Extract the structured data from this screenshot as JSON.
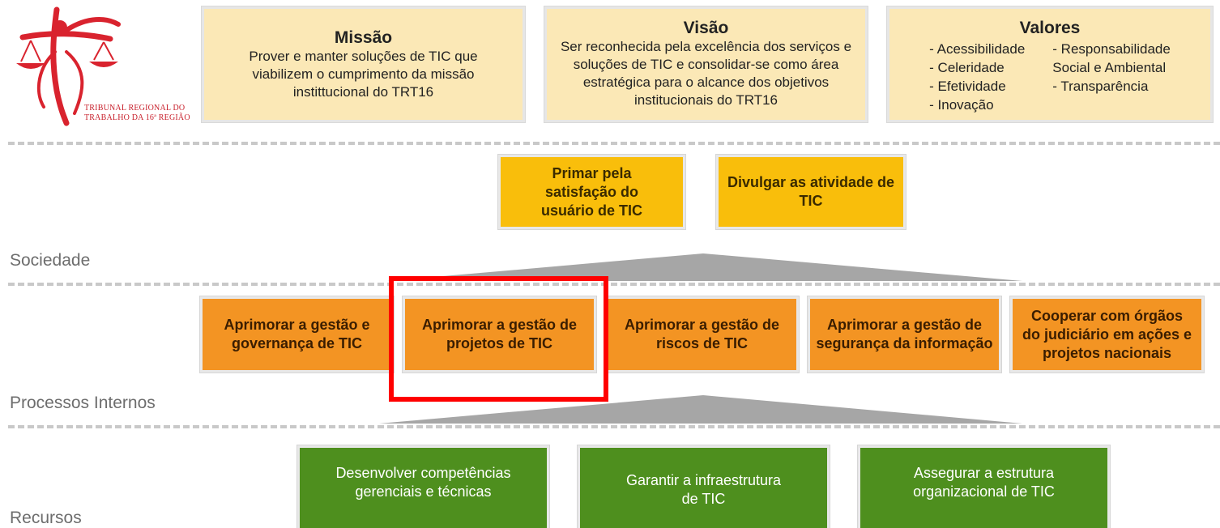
{
  "logo": {
    "line1": "TRIBUNAL REGIONAL DO",
    "line2": "TRABALHO DA 16ª REGIÃO"
  },
  "missao": {
    "title": "Missão",
    "text": "Prover e manter soluções de TIC que viabilizem o cumprimento da missão instittucional do TRT16"
  },
  "visao": {
    "title": "Visão",
    "text": "Ser reconhecida pela excelência dos serviços e soluções de TIC e consolidar-se como área estratégica para o alcance dos objetivos institucionais do TRT16"
  },
  "valores": {
    "title": "Valores",
    "col1": [
      "- Acessibilidade",
      "- Celeridade",
      "- Efetividade",
      "- Inovação"
    ],
    "col2": [
      "- Responsabilidade",
      "Social e Ambiental",
      "- Transparência"
    ]
  },
  "levels": {
    "sociedade": "Sociedade",
    "processos": "Processos Internos",
    "recursos": "Recursos"
  },
  "sociedade_objectives": [
    "Primar pela satisfação do usuário de TIC",
    "Divulgar as atividade de TIC"
  ],
  "processos_objectives": [
    "Aprimorar a gestão e governança de TIC",
    "Aprimorar a gestão de projetos de TIC",
    "Aprimorar a gestão de riscos de TIC",
    "Aprimorar a gestão de segurança da informação",
    "Cooperar com órgãos do judiciário em ações e projetos nacionais"
  ],
  "recursos_objectives": [
    "Desenvolver competências gerenciais e técnicas",
    "Garantir a infraestrutura de TIC",
    "Assegurar a estrutura organizacional de TIC"
  ],
  "colors": {
    "beige": "#fbe8b6",
    "yellow": "#f9be0b",
    "orange": "#f39423",
    "green": "#4e8f1e",
    "highlight": "#ff0000",
    "logo_red": "#d9232e"
  }
}
